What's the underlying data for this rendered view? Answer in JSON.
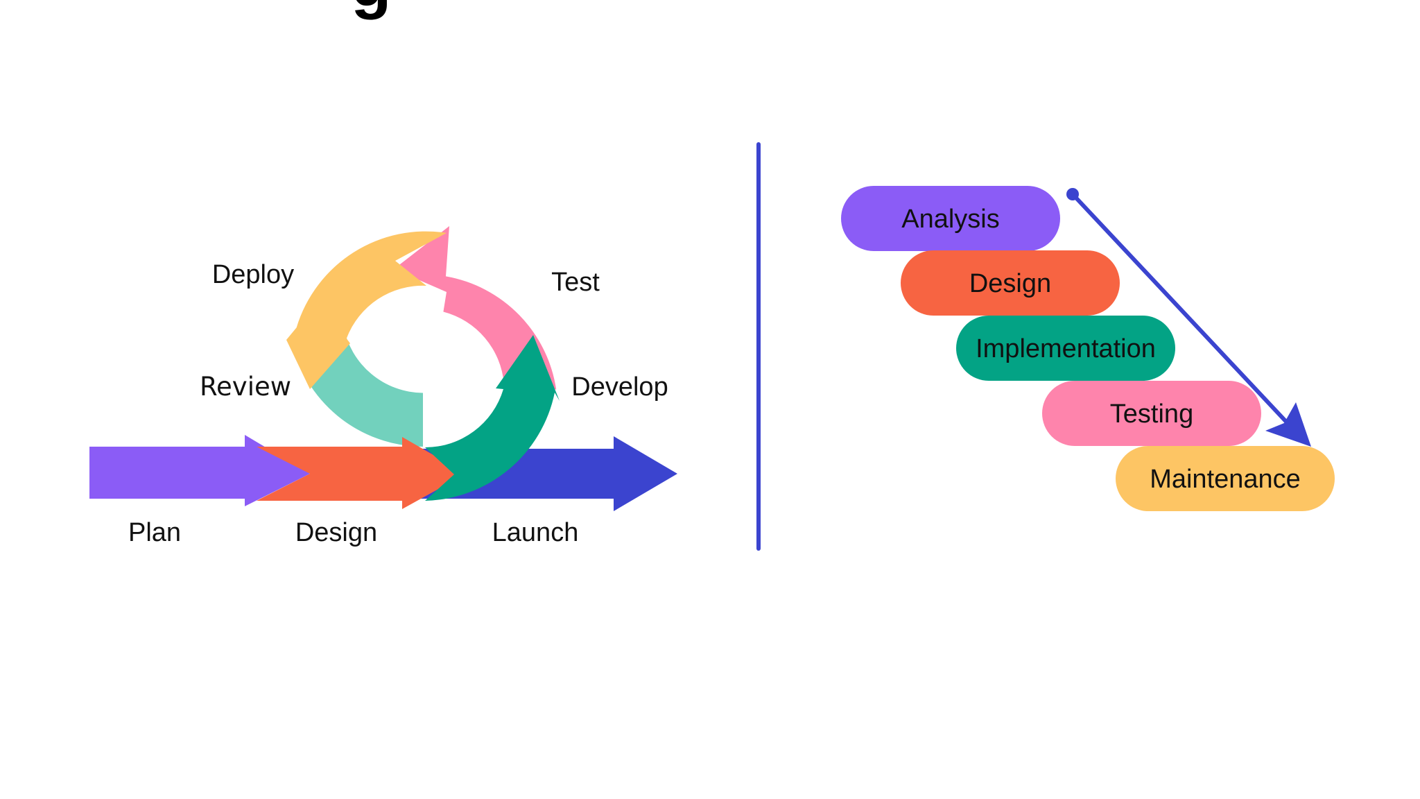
{
  "title_fragment": "g",
  "colors": {
    "purple": "#8B5CF6",
    "orange": "#F76442",
    "navy": "#3B44CF",
    "teal": "#03A385",
    "mint": "#72D1BD",
    "pink": "#FE84AC",
    "yellow": "#FDC564",
    "divider": "#3B44CF",
    "text": "#111111"
  },
  "agile": {
    "cycle_labels": {
      "deploy": "Deploy",
      "test": "Test",
      "review": "Review",
      "develop": "Develop"
    },
    "linear_labels": {
      "plan": "Plan",
      "design": "Design",
      "launch": "Launch"
    }
  },
  "waterfall": {
    "stages": [
      {
        "label": "Analysis",
        "color": "#8B5CF6"
      },
      {
        "label": "Design",
        "color": "#F76442"
      },
      {
        "label": "Implementation",
        "color": "#03A385"
      },
      {
        "label": "Testing",
        "color": "#FE84AC"
      },
      {
        "label": "Maintenance",
        "color": "#FDC564"
      }
    ]
  }
}
